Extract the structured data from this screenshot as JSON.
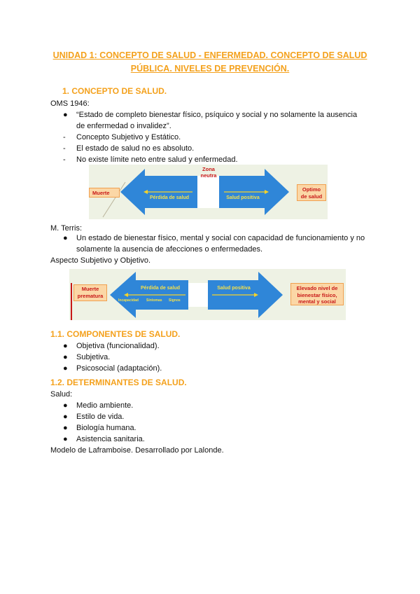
{
  "title": "UNIDAD 1: CONCEPTO DE SALUD - ENFERMEDAD. CONCEPTO DE SALUD PÚBLICA. NIVELES DE PREVENCIÓN.",
  "section1": {
    "heading": "1.   CONCEPTO DE SALUD.",
    "oms_label": "OMS 1946:",
    "oms_quote_line1": "“Estado de completo bienestar físico, psíquico y social y no solamente la ausencia",
    "oms_quote_line2": "de enfermedad o invalidez”.",
    "dash_items": [
      "Concepto Subjetivo y Estático.",
      "El estado de salud no es absoluto.",
      "No existe límite neto entre salud y enfermedad."
    ],
    "diagram1": {
      "zone": "Zona neutra",
      "zone_line1": "Zona",
      "zone_line2": "neutra",
      "left_end": "Muerte",
      "left_arrow": "Pérdida de salud",
      "right_arrow": "Salud positiva",
      "right_end_line1": "Optimo",
      "right_end_line2": "de salud"
    },
    "terris_label": "M. Terris:",
    "terris_line1": "Un estado de bienestar físico, mental y social con capacidad de funcionamiento y no",
    "terris_line2": "solamente la ausencia de afecciones o enfermedades.",
    "aspect": "Aspecto Subjetivo y Objetivo.",
    "diagram2": {
      "left_end_line1": "Muerte",
      "left_end_line2": "prematura",
      "left_arrow": "Pérdida de salud",
      "sub1": "Incapacidad",
      "sub2": "Síntomas",
      "sub3": "Signos",
      "right_arrow": "Salud positiva",
      "right_end_line1": "Elevado nivel de",
      "right_end_line2": "bienestar físico,",
      "right_end_line3": "mental y social"
    }
  },
  "section11": {
    "heading": "1.1. COMPONENTES DE SALUD.",
    "items": [
      "Objetiva (funcionalidad).",
      "Subjetiva.",
      "Psicosocial (adaptación)."
    ]
  },
  "section12": {
    "heading": "1.2. DETERMINANTES DE SALUD.",
    "label": "Salud:",
    "items": [
      "Medio ambiente.",
      "Estilo de vida.",
      "Biología humana.",
      "Asistencia sanitaria."
    ],
    "footer": "Modelo de Laframboise. Desarrollado por Lalonde."
  },
  "colors": {
    "accent": "#f4a11c",
    "arrow_blue": "#2f86d8",
    "end_box": "#fbd7a6"
  }
}
